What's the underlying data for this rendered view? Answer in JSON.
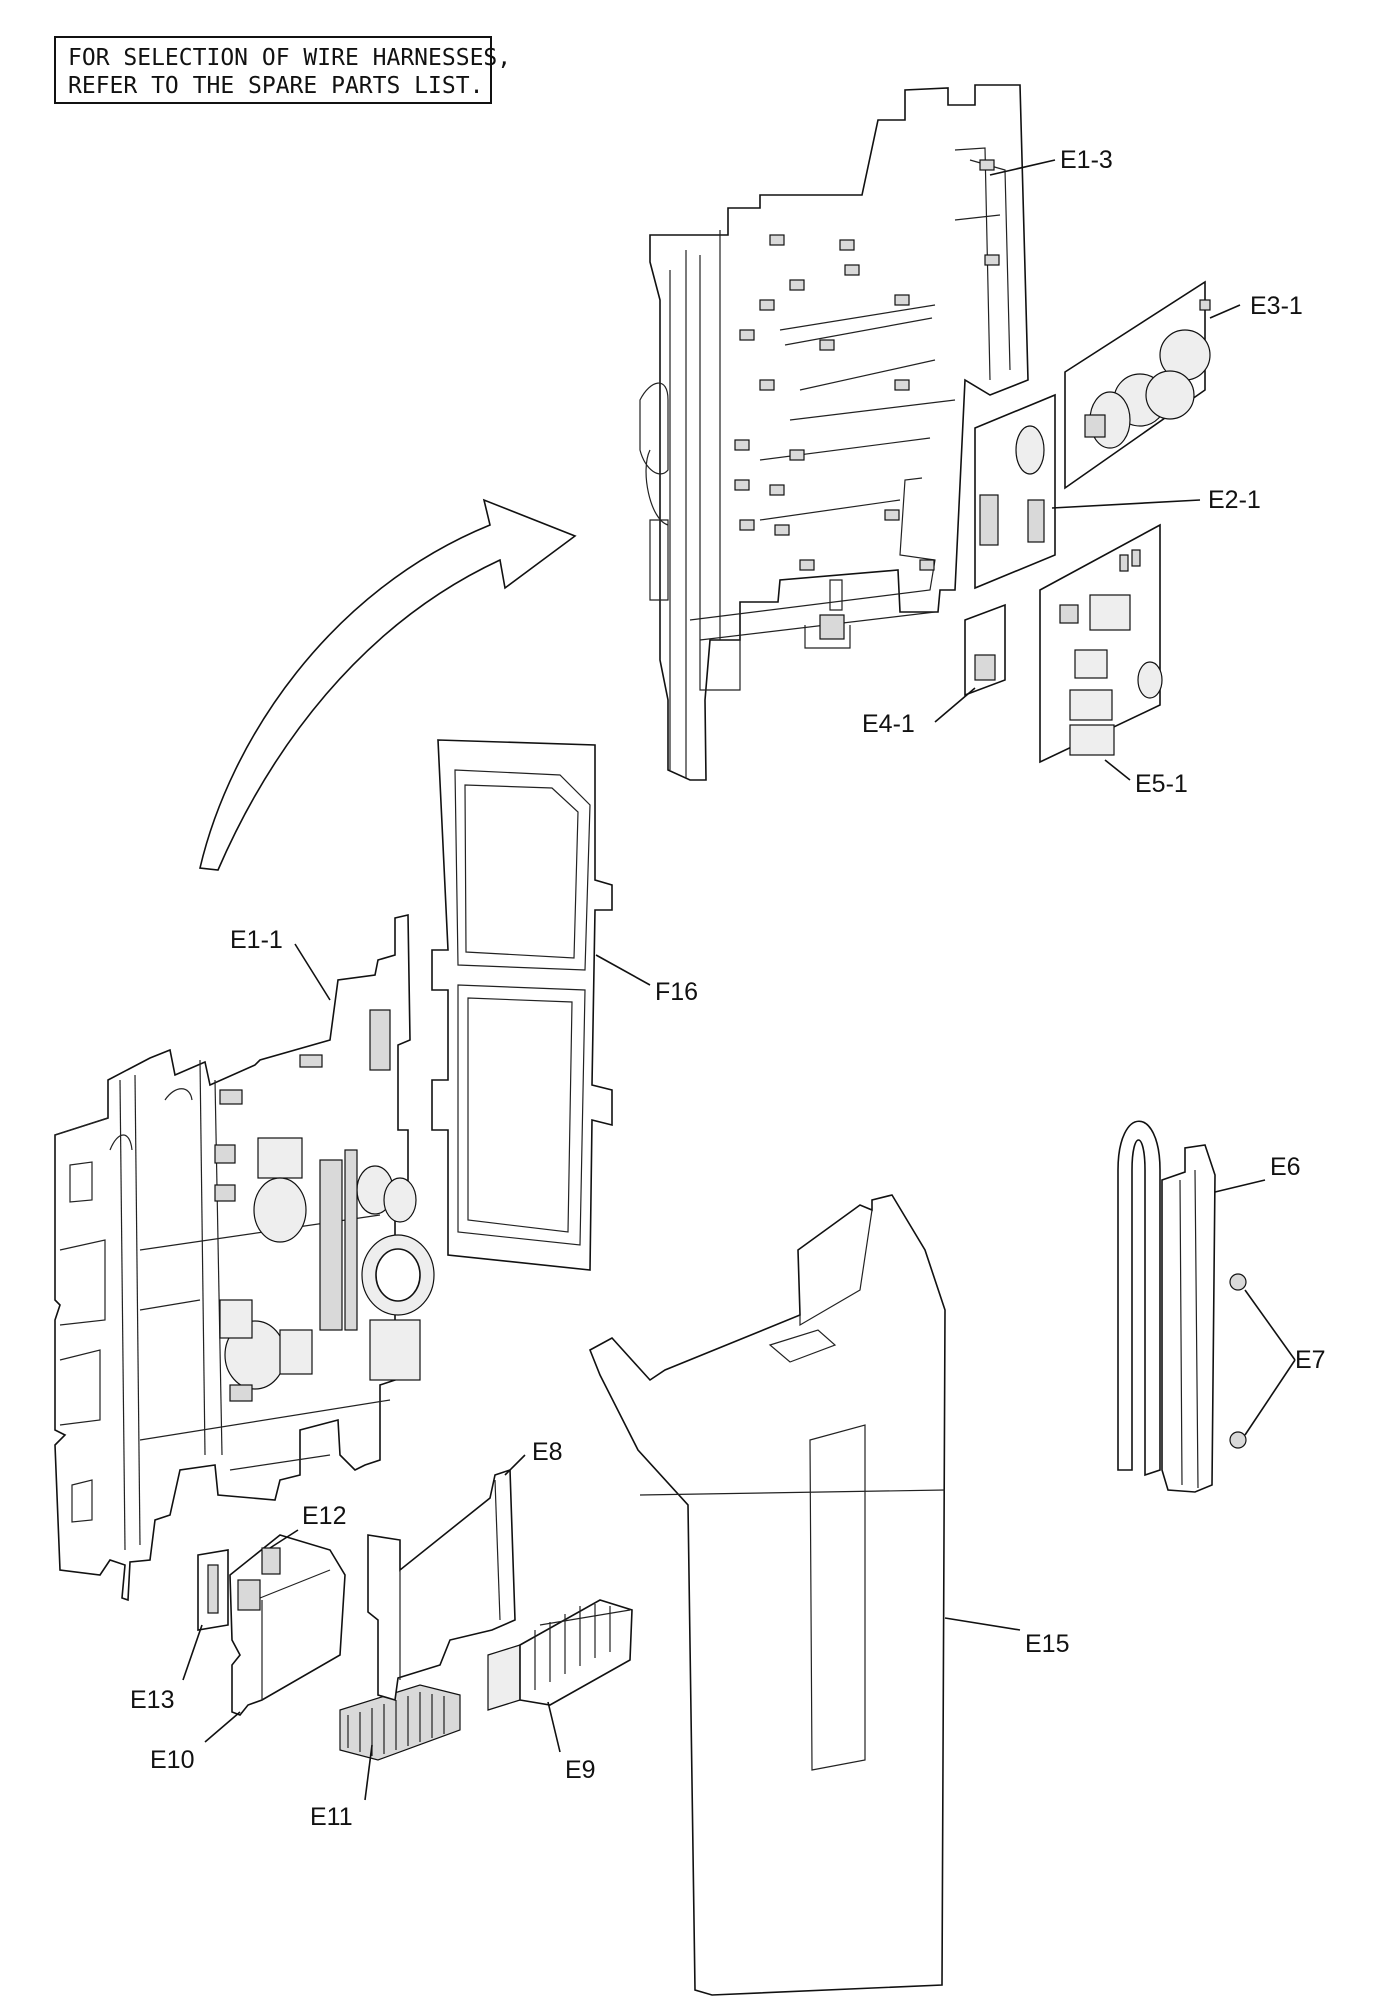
{
  "note": {
    "line1": "FOR SELECTION OF WIRE HARNESSES,",
    "line2": "REFER TO THE SPARE PARTS LIST."
  },
  "labels": {
    "e1_3": "E1-3",
    "e3_1": "E3-1",
    "e2_1": "E2-1",
    "e4_1": "E4-1",
    "e5_1": "E5-1",
    "f16": "F16",
    "e1_1": "E1-1",
    "e6": "E6",
    "e7": "E7",
    "e8": "E8",
    "e12": "E12",
    "e13": "E13",
    "e10": "E10",
    "e11": "E11",
    "e9": "E9",
    "e15": "E15"
  }
}
